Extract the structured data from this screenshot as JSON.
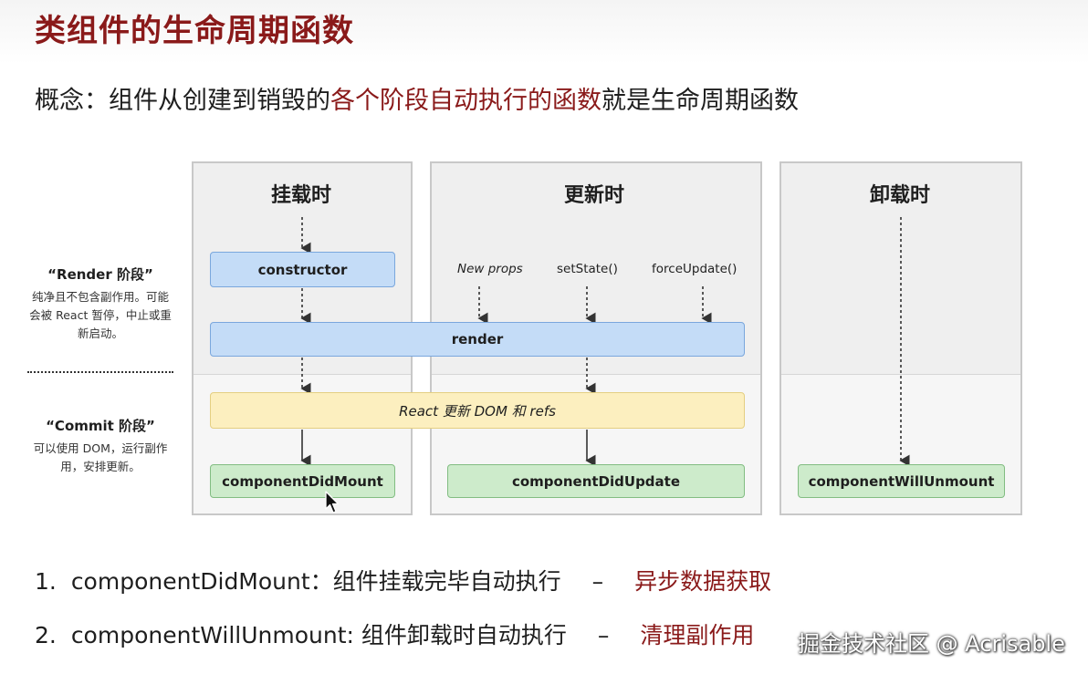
{
  "title": "类组件的生命周期函数",
  "concept": {
    "prefix": "概念：组件从创建到销毁的",
    "highlight": "各个阶段自动执行的函数",
    "suffix": "就是生命周期函数"
  },
  "diagram": {
    "phases": {
      "render": {
        "label": "“Render 阶段”",
        "desc": "纯净且不包含副作用。可能会被 React 暂停，中止或重新启动。"
      },
      "commit": {
        "label": "“Commit 阶段”",
        "desc": "可以使用 DOM，运行副作用，安排更新。"
      }
    },
    "columns": {
      "mount": {
        "header": "挂载时"
      },
      "update": {
        "header": "更新时"
      },
      "unmount": {
        "header": "卸载时"
      }
    },
    "methods": {
      "constructor": "constructor",
      "render": "render",
      "react_update_dom": "React 更新 DOM 和 refs",
      "componentDidMount": "componentDidMount",
      "componentDidUpdate": "componentDidUpdate",
      "componentWillUnmount": "componentWillUnmount"
    },
    "triggers": {
      "new_props": "New props",
      "set_state": "setState()",
      "force_update": "forceUpdate()"
    },
    "colors": {
      "blue_fill": "#c4dcf7",
      "yellow_fill": "#fcefbf",
      "green_fill": "#cdebcb",
      "title_red": "#8a1a1a"
    }
  },
  "list": [
    {
      "number": "1.",
      "text": "componentDidMount：组件挂载完毕自动执行",
      "dash": "–",
      "highlight": "异步数据获取"
    },
    {
      "number": "2.",
      "text": "componentWillUnmount: 组件卸载时自动执行",
      "dash": "–",
      "highlight": "清理副作用"
    }
  ],
  "watermark": "掘金技术社区 @ Acrisable"
}
